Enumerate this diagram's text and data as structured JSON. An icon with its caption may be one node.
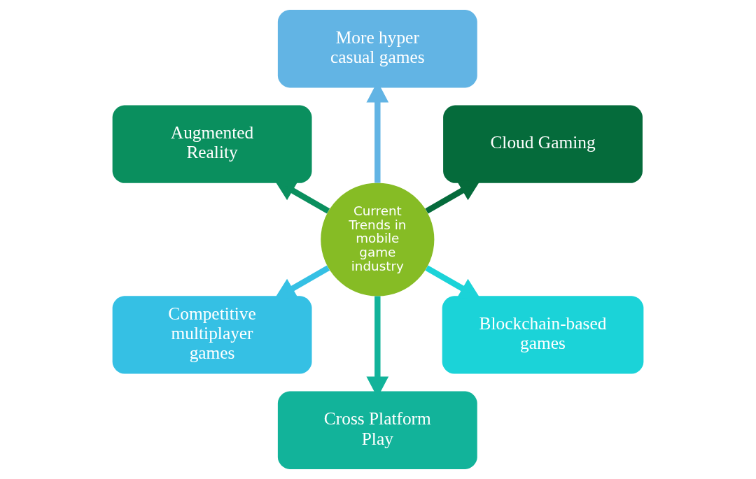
{
  "diagram": {
    "nodes": [
      {
        "text": [
          "Cloud Gaming"
        ]
      },
      {
        "text": [
          "More hyper casual games"
        ]
      },
      {
        "text": [
          "Augmented Reality"
        ]
      },
      {
        "text": [
          "Current Trends in mobile game industry"
        ]
      },
      {
        "text": [
          "Competitive multiplayer games"
        ]
      },
      {
        "text": [
          "Cross Platform Play"
        ]
      },
      {
        "text": [
          "Blockchain-based games"
        ]
      }
    ],
    "edges": [
      {
        "from": 3,
        "to": 0,
        "arrow": "to",
        "color": "#056b3b"
      },
      {
        "from": 3,
        "to": 1,
        "arrow": "to",
        "color": "#62b4e4"
      },
      {
        "from": 3,
        "to": 2,
        "arrow": "to",
        "color": "#0a8f5e"
      },
      {
        "from": 3,
        "to": 4,
        "arrow": "to",
        "color": "#35c0e4"
      },
      {
        "from": 3,
        "to": 5,
        "arrow": "to",
        "color": "#12b39a"
      },
      {
        "from": 3,
        "to": 6,
        "arrow": "to",
        "color": "#1bd3d8"
      }
    ]
  }
}
